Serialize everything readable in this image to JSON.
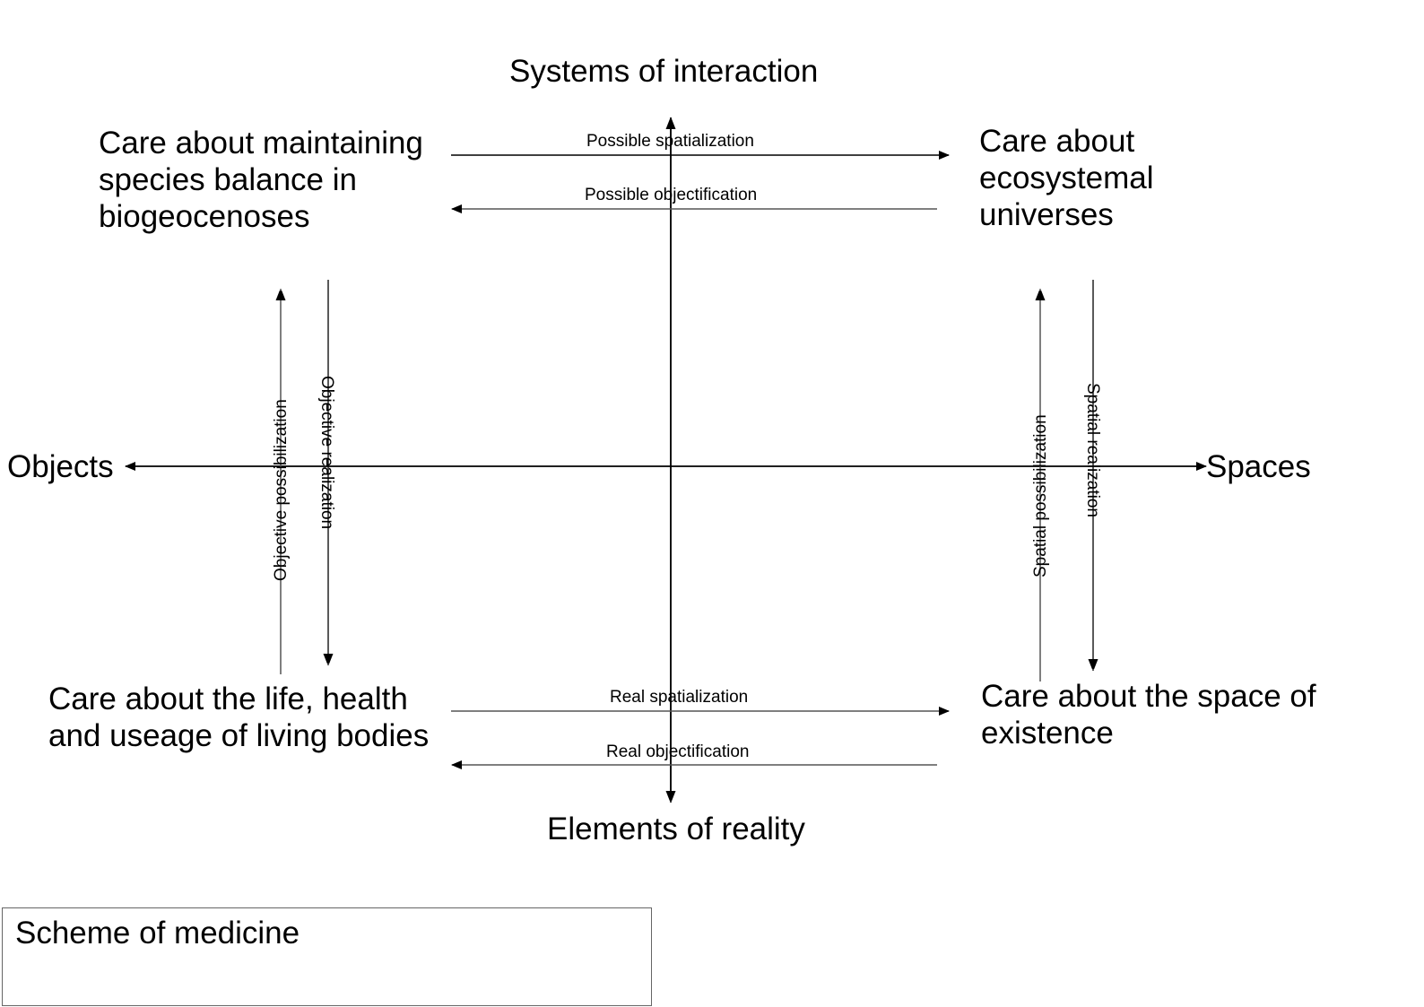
{
  "diagram": {
    "title": "Scheme of medicine",
    "axes": {
      "top_label": "Systems of interaction",
      "bottom_label": "Elements of reality",
      "left_label": "Objects",
      "right_label": "Spaces"
    },
    "quadrant_labels": {
      "top_left": "Care about maintaining species balance in biogeocenoses",
      "top_right": "Care about ecosystemal universes",
      "bottom_left": "Care about the life, health and useage of living bodies",
      "bottom_right": "Care about the space of existence"
    },
    "horizontal_arrows": {
      "top_rightward": "Possible spatialization",
      "top_leftward": "Possible objectification",
      "bottom_rightward": "Real spatialization",
      "bottom_leftward": "Real objectification"
    },
    "vertical_arrows": {
      "left_upward": "Objective possibilization",
      "left_downward": "Objective realization",
      "right_upward": "Spatial possibilization",
      "right_downward": "Spatial realization"
    },
    "colors": {
      "line": "#000000",
      "light_line": "#666666",
      "background": "#ffffff",
      "text": "#000000"
    }
  }
}
